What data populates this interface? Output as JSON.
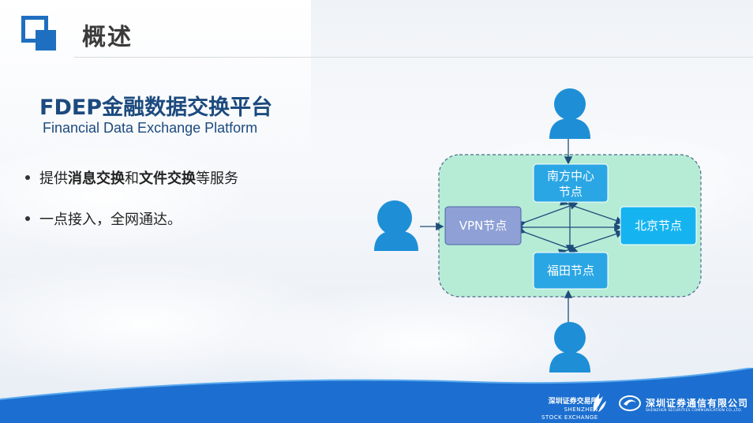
{
  "slide": {
    "title": "概述",
    "heading": "FDEP金融数据交换平台",
    "subheading": "Financial Data Exchange Platform"
  },
  "bullets": [
    {
      "segments": [
        {
          "text": "提供",
          "bold": false
        },
        {
          "text": "消息交换",
          "bold": true
        },
        {
          "text": "和",
          "bold": false
        },
        {
          "text": "文件交换",
          "bold": true
        },
        {
          "text": "等服务",
          "bold": false
        }
      ]
    },
    {
      "segments": [
        {
          "text": "一点接入，全网通达。",
          "bold": false
        }
      ]
    }
  ],
  "diagram": {
    "nodes": {
      "south_center": {
        "label_line1": "南方中心",
        "label_line2": "节点",
        "color": "#2aa6e4"
      },
      "vpn": {
        "label": "VPN节点",
        "color": "#8fa0d6"
      },
      "beijing": {
        "label": "北京节点",
        "color": "#15b4f0"
      },
      "futian": {
        "label": "福田节点",
        "color": "#2aa6e4"
      }
    },
    "region_color": "#b6ecd6",
    "user_icon_color": "#1e8fd6"
  },
  "footer": {
    "szse_cn": "深圳证券交易所",
    "szse_en1": "SHENZHEN",
    "szse_en2": "STOCK EXCHANGE",
    "sscc_cn": "深圳证券通信有限公司",
    "sscc_en": "SHENZHEN SECURITIES COMMUNICATION CO.,LTD.",
    "color": "#1c6fd0"
  }
}
